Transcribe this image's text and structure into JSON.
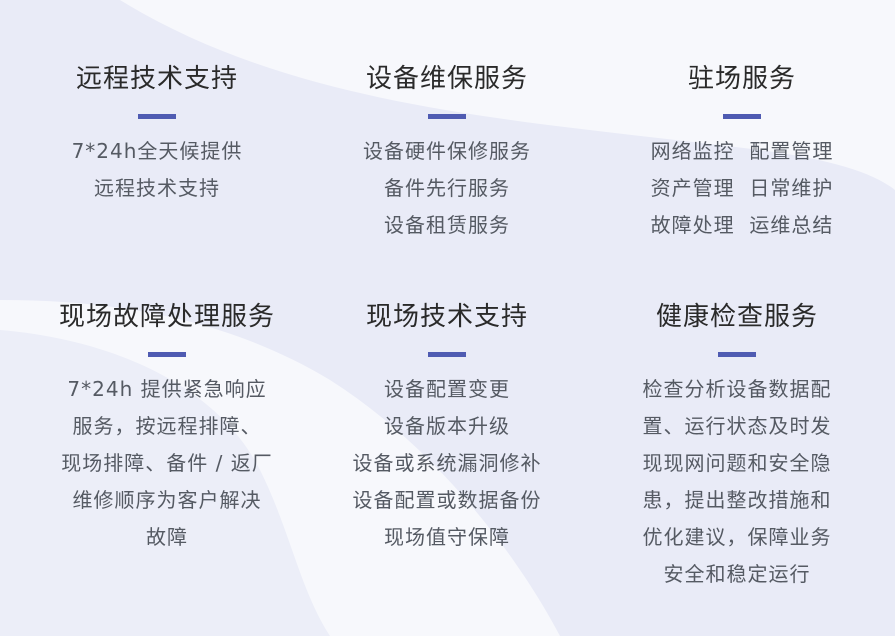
{
  "colors": {
    "accent": "#4f5bb2",
    "title": "#2a2a2a",
    "text": "#555a63",
    "background": "#f7f8fc",
    "shape": "#e9ebf7"
  },
  "services": [
    {
      "title": "远程技术支持",
      "lines": [
        "7*24h全天候提供",
        "远程技术支持"
      ]
    },
    {
      "title": "设备维保服务",
      "lines": [
        "设备硬件保修服务",
        "备件先行服务",
        "设备租赁服务"
      ]
    },
    {
      "title": "驻场服务",
      "lines": [
        "网络监控  配置管理",
        "资产管理  日常维护",
        "故障处理  运维总结"
      ]
    },
    {
      "title": "现场故障处理服务",
      "lines": [
        "7*24h 提供紧急响应",
        "服务，按远程排障、",
        "现场排障、备件 / 返厂",
        "维修顺序为客户解决",
        "故障"
      ]
    },
    {
      "title": "现场技术支持",
      "lines": [
        "设备配置变更",
        "设备版本升级",
        "设备或系统漏洞修补",
        "设备配置或数据备份",
        "现场值守保障"
      ]
    },
    {
      "title": "健康检查服务",
      "lines": [
        "检查分析设备数据配",
        "置、运行状态及时发",
        "现现网问题和安全隐",
        "患，提出整改措施和",
        "优化建议，保障业务",
        "安全和稳定运行"
      ]
    }
  ]
}
